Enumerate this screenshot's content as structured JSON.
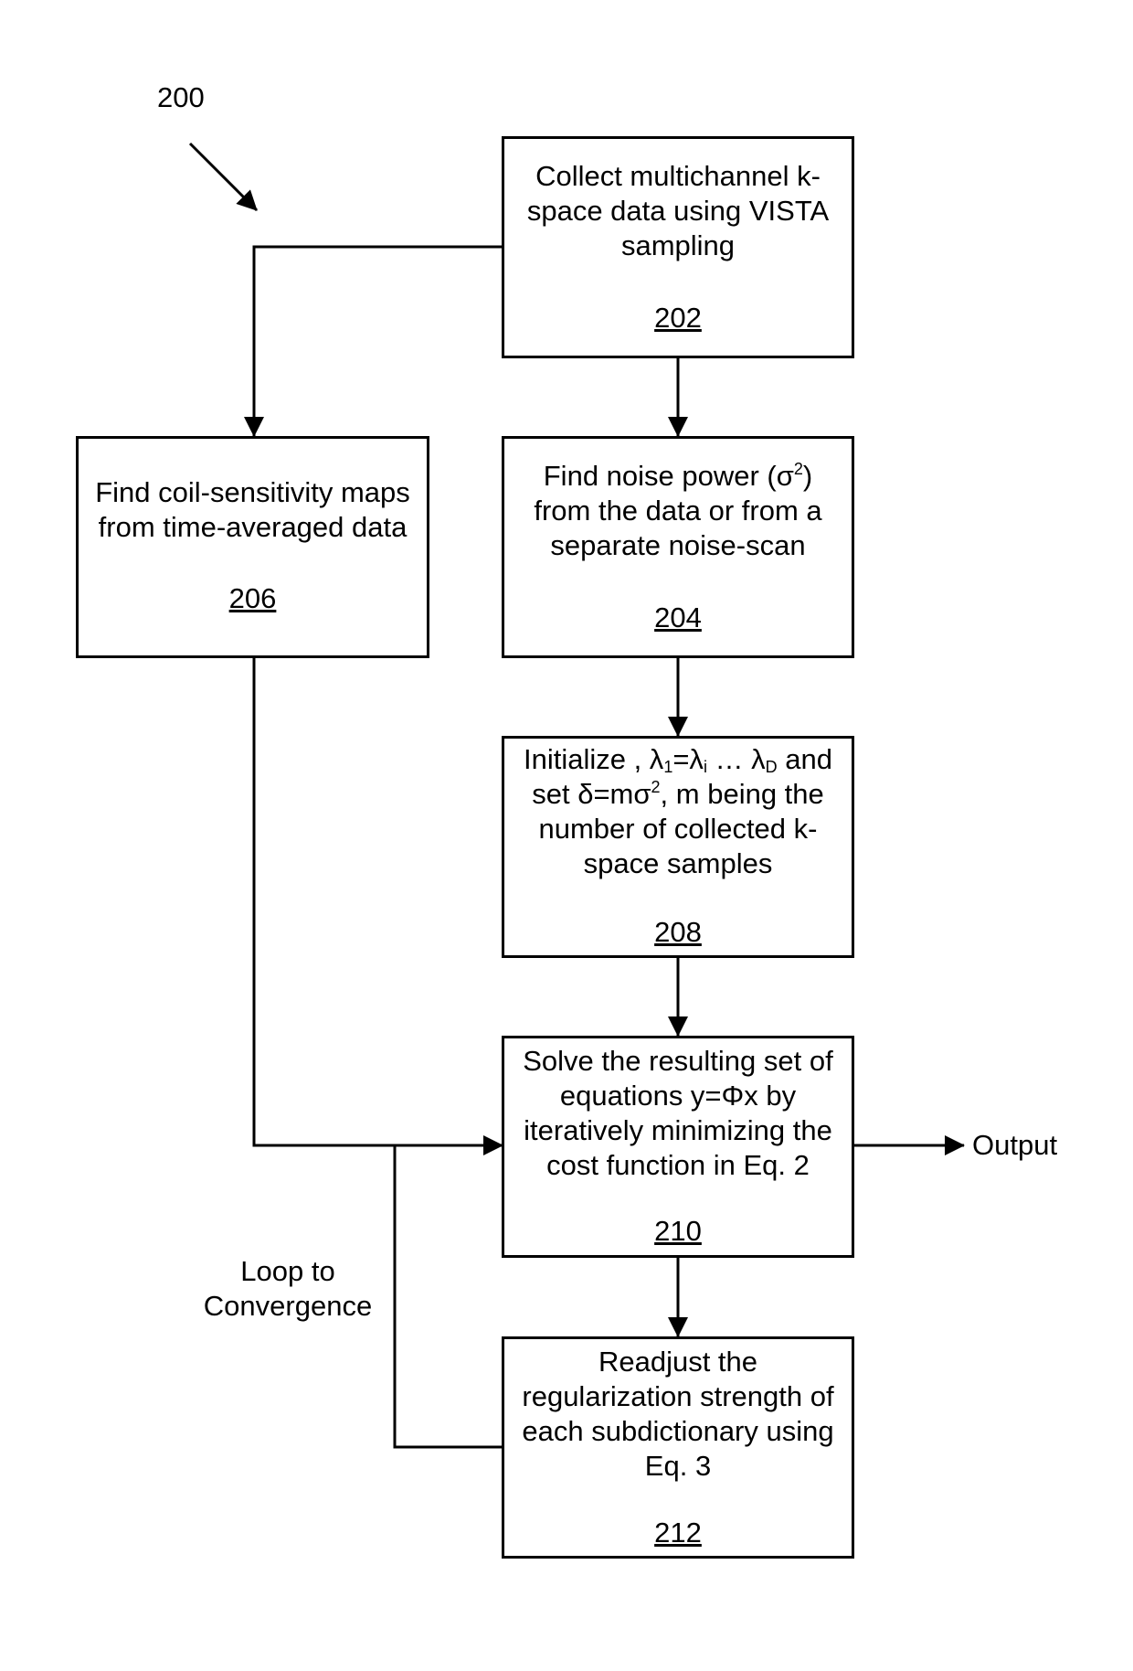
{
  "figure_number": "200",
  "boxes": {
    "b202": {
      "text": "Collect multichannel k-space data using VISTA sampling",
      "ref": "202"
    },
    "b204": {
      "pre": "Find noise power (σ",
      "sup": "2",
      "post": ") from the data or from a separate noise-scan",
      "ref": "204"
    },
    "b206": {
      "text": "Find coil-sensitivity maps from time-averaged data",
      "ref": "206"
    },
    "b208": {
      "t1": "Initialize , λ",
      "s1": "1",
      "t2": "=λ",
      "s2": "i",
      "t3": " … λ",
      "s3": "D",
      "t4": " and set δ=mσ",
      "sup": "2",
      "t5": ", m being the number of collected k-space samples",
      "ref": "208"
    },
    "b210": {
      "text": "Solve the resulting set of equations y=Φx by iteratively minimizing the cost function in Eq. 2",
      "ref": "210"
    },
    "b212": {
      "text": "Readjust the regularization strength of each subdictionary using Eq. 3",
      "ref": "212"
    }
  },
  "labels": {
    "output": "Output",
    "loop": "Loop to Convergence"
  }
}
